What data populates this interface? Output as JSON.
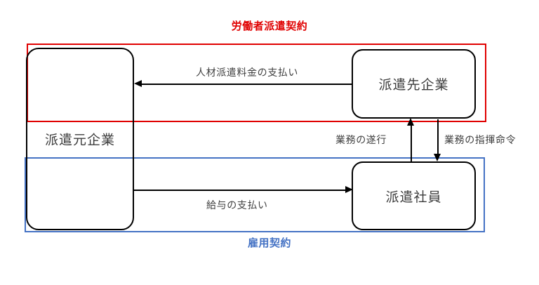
{
  "diagram": {
    "type": "worker-dispatch-relationship",
    "titles": {
      "top": {
        "text": "労働者派遣契約",
        "color": "#e00000"
      },
      "bottom": {
        "text": "雇用契約",
        "color": "#4472c4"
      }
    },
    "frames": [
      {
        "name": "dispatch-contract-frame",
        "color": "#e00000"
      },
      {
        "name": "employment-contract-frame",
        "color": "#4472c4"
      }
    ],
    "entities": [
      {
        "id": "dispatch-source",
        "label": "派遣元企業"
      },
      {
        "id": "dispatch-destination",
        "label": "派遣先企業"
      },
      {
        "id": "dispatched-employee",
        "label": "派遣社員"
      }
    ],
    "arrows": [
      {
        "id": "fee-payment",
        "label": "人材派遣料金の支払い",
        "direction": "left",
        "from": "dispatch-destination",
        "to": "dispatch-source"
      },
      {
        "id": "salary-payment",
        "label": "給与の支払い",
        "direction": "right",
        "from": "dispatch-source",
        "to": "dispatched-employee"
      },
      {
        "id": "work-performance",
        "label": "業務の遂行",
        "direction": "up",
        "from": "dispatched-employee",
        "to": "dispatch-destination"
      },
      {
        "id": "work-command",
        "label": "業務の指揮命令",
        "direction": "down",
        "from": "dispatch-destination",
        "to": "dispatched-employee"
      }
    ]
  }
}
